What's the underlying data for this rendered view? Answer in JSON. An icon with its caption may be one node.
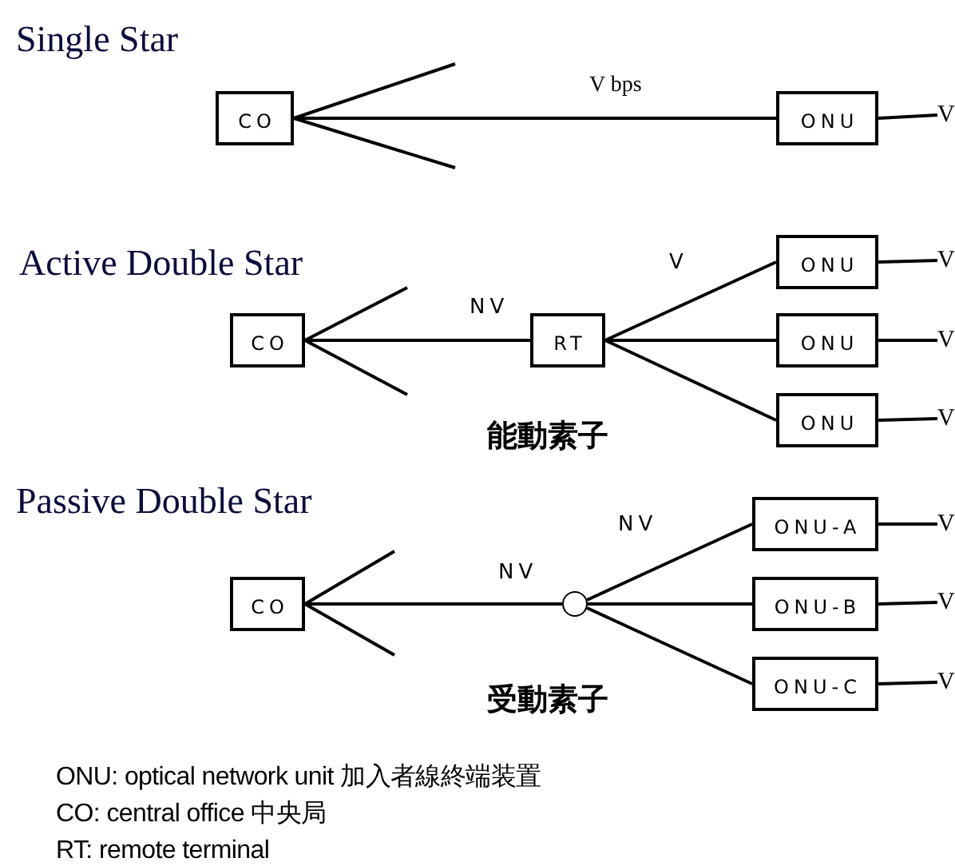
{
  "diagram": {
    "nodes": [
      {
        "text": [
          "CO"
        ]
      },
      {
        "text": [
          "ONU"
        ]
      },
      {
        "text": [
          "V"
        ]
      },
      {
        "text": [
          "CO"
        ]
      },
      {
        "text": [
          "RT"
        ]
      },
      {
        "text": [
          "ONU"
        ]
      },
      {
        "text": [
          "ONU"
        ]
      },
      {
        "text": [
          "ONU"
        ]
      },
      {
        "text": [
          "V"
        ]
      },
      {
        "text": [
          "V"
        ]
      },
      {
        "text": [
          "V"
        ]
      },
      {
        "text": [
          "CO"
        ]
      },
      {
        "text": [],
        "shape": "circle"
      },
      {
        "text": [
          "ONU-A"
        ]
      },
      {
        "text": [
          "ONU-B"
        ]
      },
      {
        "text": [
          "ONU-C"
        ]
      },
      {
        "text": [
          "V"
        ]
      },
      {
        "text": [
          "V"
        ]
      },
      {
        "text": [
          "V"
        ]
      }
    ],
    "edges": [
      {
        "from": 0,
        "to": 1,
        "arrow": "none",
        "label": "V bps"
      },
      {
        "from": 1,
        "to": 2,
        "arrow": "none"
      },
      {
        "from": 3,
        "to": 4,
        "arrow": "none",
        "label": "NV"
      },
      {
        "from": 4,
        "to": 5,
        "arrow": "none",
        "label": "V"
      },
      {
        "from": 4,
        "to": 6,
        "arrow": "none"
      },
      {
        "from": 4,
        "to": 7,
        "arrow": "none"
      },
      {
        "from": 5,
        "to": 8,
        "arrow": "none"
      },
      {
        "from": 6,
        "to": 9,
        "arrow": "none"
      },
      {
        "from": 7,
        "to": 10,
        "arrow": "none"
      },
      {
        "from": 11,
        "to": 12,
        "arrow": "none",
        "label": "NV"
      },
      {
        "from": 12,
        "to": 13,
        "arrow": "none",
        "label": "NV"
      },
      {
        "from": 12,
        "to": 14,
        "arrow": "none"
      },
      {
        "from": 12,
        "to": 15,
        "arrow": "none"
      },
      {
        "from": 13,
        "to": 16,
        "arrow": "none"
      },
      {
        "from": 14,
        "to": 17,
        "arrow": "none"
      },
      {
        "from": 15,
        "to": 18,
        "arrow": "none"
      }
    ],
    "labels": [
      "Single Star",
      "Active Double Star",
      "能動素子",
      "Passive Double Star",
      "受動素子",
      "ONU: optical network unit 加入者線終端装置",
      "CO: central office 中央局",
      "RT: remote terminal"
    ]
  }
}
